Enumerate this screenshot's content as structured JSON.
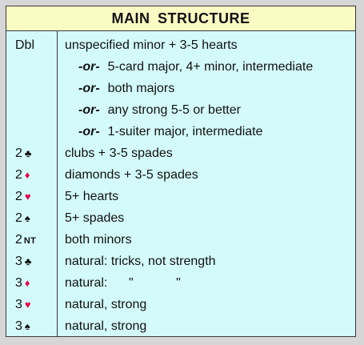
{
  "title": "MAIN  STRUCTURE",
  "rows": [
    {
      "bid": "Dbl",
      "meaning": "unspecified minor + 3-5 hearts"
    },
    {
      "or": "-or-",
      "meaning": "5-card major, 4+ minor, intermediate"
    },
    {
      "or": "-or-",
      "meaning": "both majors"
    },
    {
      "or": "-or-",
      "meaning": "any strong 5-5 or better"
    },
    {
      "or": "-or-",
      "meaning": "1-suiter major, intermediate"
    },
    {
      "level": "2",
      "suit": "♣",
      "suit_color": "#111111",
      "meaning": "clubs + 3-5 spades"
    },
    {
      "level": "2",
      "suit": "♦",
      "suit_color": "#e8004c",
      "meaning": "diamonds + 3-5 spades"
    },
    {
      "level": "2",
      "suit": "♥",
      "suit_color": "#e8004c",
      "meaning": "5+ hearts"
    },
    {
      "level": "2",
      "suit": "♠",
      "suit_color": "#111111",
      "meaning": "5+ spades"
    },
    {
      "level": "2",
      "suit": "NT",
      "suit_color": "#111111",
      "meaning": "both minors"
    },
    {
      "level": "3",
      "suit": "♣",
      "suit_color": "#111111",
      "meaning": "natural: tricks, not strength"
    },
    {
      "level": "3",
      "suit": "♦",
      "suit_color": "#e8004c",
      "meaning": "natural:      \"            \""
    },
    {
      "level": "3",
      "suit": "♥",
      "suit_color": "#e8004c",
      "meaning": "natural, strong"
    },
    {
      "level": "3",
      "suit": "♠",
      "suit_color": "#111111",
      "meaning": "natural, strong"
    }
  ],
  "colors": {
    "title_background": "#fbfbc4",
    "body_background": "#d4fbfb",
    "border": "#3a3a3a",
    "red_suit": "#e8004c"
  }
}
